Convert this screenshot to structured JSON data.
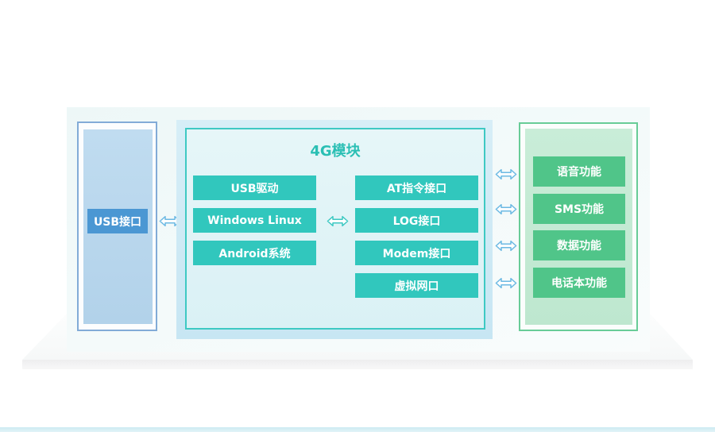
{
  "diagram": {
    "left_panel": {
      "label": "USB接口"
    },
    "module_panel": {
      "title": "4G模块",
      "os_items": [
        "USB驱动",
        "Windows Linux",
        "Android系统"
      ],
      "interface_items": [
        "AT指令接口",
        "LOG接口",
        "Modem接口",
        "虚拟网口"
      ]
    },
    "function_panel": {
      "items": [
        "语音功能",
        "SMS功能",
        "数据功能",
        "电话本功能"
      ]
    }
  },
  "icons": {
    "double_arrow": "⇔"
  },
  "colors": {
    "teal_button": "#31c7bd",
    "teal_border": "#3ec9c3",
    "teal_title": "#2abfb4",
    "green_button": "#50c589",
    "green_border": "#68cc97",
    "blue_button": "#4b97d3",
    "blue_border": "#82abd7",
    "arrow_blue": "#6cb9e3",
    "arrow_teal": "#3cc8c2",
    "middle_backdrop": "#cfe9f5",
    "stage_bar": "#f0f1f1",
    "bottom_strip": "#dcf0f5"
  }
}
